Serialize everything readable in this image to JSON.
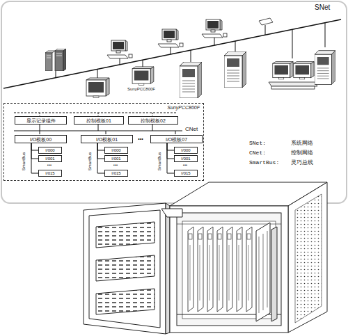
{
  "diagram": {
    "nodes": [
      {
        "text": [
          "SunyPCC800F"
        ]
      },
      {
        "text": [
          "显示记录组件"
        ],
        "in": 0
      },
      {
        "text": [
          "控制模板01"
        ],
        "in": 0
      },
      {
        "text": [
          "控制模板02"
        ],
        "in": 0
      },
      {
        "text": [
          "I/O模板00"
        ],
        "in": 0
      },
      {
        "text": [
          "I/000"
        ],
        "in": 0
      },
      {
        "text": [
          "I/001"
        ],
        "in": 0
      },
      {
        "text": [
          "I/015"
        ],
        "in": 0
      },
      {
        "text": [
          "I/O模板01"
        ],
        "in": 0
      },
      {
        "text": [
          "I/000"
        ],
        "in": 0
      },
      {
        "text": [
          "I/001"
        ],
        "in": 0
      },
      {
        "text": [
          "I/015"
        ],
        "in": 0
      },
      {
        "text": [
          "I/O模板07"
        ],
        "in": 0
      },
      {
        "text": [
          "I/000"
        ],
        "in": 0
      },
      {
        "text": [
          "I/001"
        ],
        "in": 0
      },
      {
        "text": [
          "I/015"
        ],
        "in": 0
      }
    ],
    "edges": [
      {
        "from": 4,
        "to": 5,
        "arrow": "none"
      },
      {
        "from": 4,
        "to": 6,
        "arrow": "none"
      },
      {
        "from": 4,
        "to": 7,
        "arrow": "none"
      },
      {
        "from": 8,
        "to": 9,
        "arrow": "none"
      },
      {
        "from": 8,
        "to": 10,
        "arrow": "none"
      },
      {
        "from": 8,
        "to": 11,
        "arrow": "none"
      },
      {
        "from": 12,
        "to": 13,
        "arrow": "none"
      },
      {
        "from": 12,
        "to": 14,
        "arrow": "none"
      },
      {
        "from": 12,
        "to": 15,
        "arrow": "none"
      }
    ],
    "labels": [
      "SNet",
      "SunyPCC800F",
      "CNet",
      "SmartBus",
      "SmartBus",
      "SmartBus",
      "•••",
      "•••",
      "•••",
      "•••",
      "SNet:",
      "系统网络",
      "CNet:",
      "控制网络",
      "SmartBus:",
      "灵巧总线"
    ]
  }
}
